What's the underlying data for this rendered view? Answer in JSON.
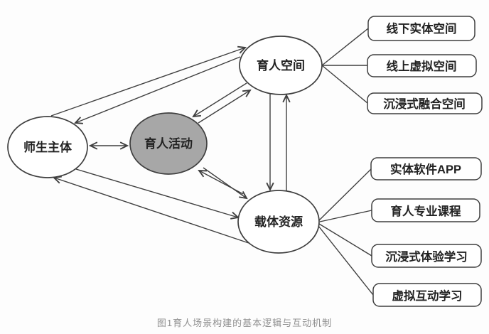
{
  "diagram": {
    "nodes": {
      "subject": {
        "label": "师生主体"
      },
      "activity": {
        "label": "育人活动"
      },
      "space": {
        "label": "育人空间"
      },
      "resource": {
        "label": "载体资源"
      }
    },
    "space_items": [
      {
        "label": "线下实体空间"
      },
      {
        "label": "线上虚拟空间"
      },
      {
        "label": "沉浸式融合空间"
      }
    ],
    "resource_items": [
      {
        "label": "实体软件APP"
      },
      {
        "label": "育人专业课程"
      },
      {
        "label": "沉浸式体验学习"
      },
      {
        "label": "虚拟互动学习"
      }
    ],
    "caption": "图1育人场景构建的基本逻辑与互动机制",
    "colors": {
      "stroke": "#3f3f3f",
      "activity_fill": "#a7a7a7",
      "node_fill": "#ffffff",
      "caption_color": "#8f8f8f"
    }
  }
}
